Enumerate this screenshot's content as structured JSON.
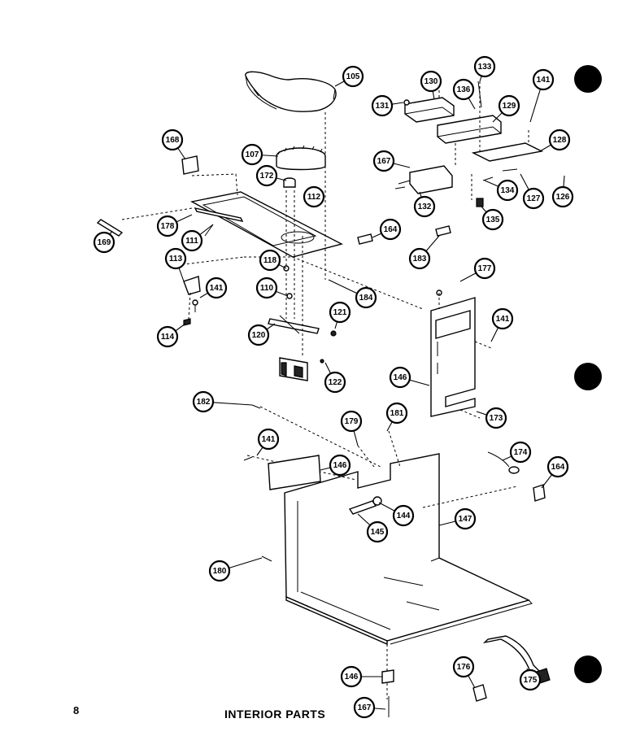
{
  "page": {
    "number": "8",
    "title": "INTERIOR PARTS"
  },
  "callouts": [
    "105",
    "130",
    "133",
    "136",
    "141",
    "131",
    "129",
    "128",
    "168",
    "107",
    "172",
    "112",
    "167",
    "132",
    "134",
    "127",
    "126",
    "135",
    "178",
    "111",
    "169",
    "164",
    "183",
    "113",
    "118",
    "141",
    "110",
    "184",
    "177",
    "121",
    "141",
    "114",
    "120",
    "122",
    "146",
    "173",
    "182",
    "179",
    "181",
    "141",
    "146",
    "174",
    "164",
    "144",
    "147",
    "145",
    "180",
    "176",
    "175",
    "146",
    "167"
  ]
}
